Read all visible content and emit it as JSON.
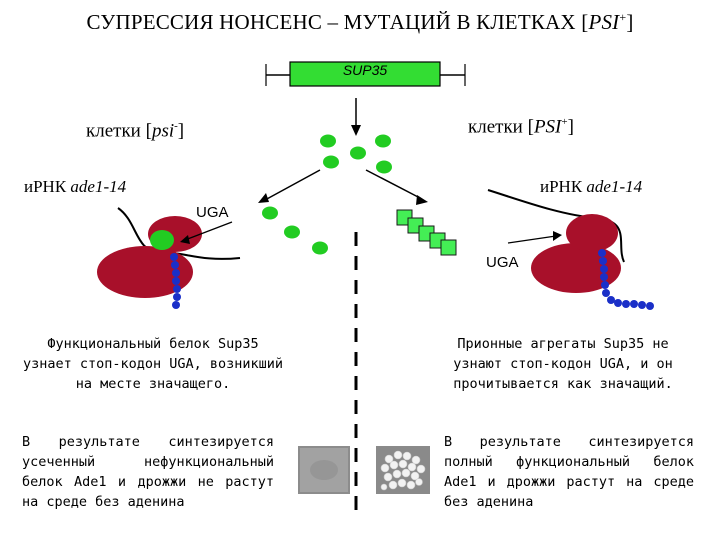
{
  "title": {
    "main": "СУПРЕССИЯ НОНСЕНС – МУТАЦИЙ В КЛЕТКАХ [",
    "italic": "PSI",
    "sup": "+",
    "close": "]"
  },
  "gene": {
    "label": "SUP35"
  },
  "left": {
    "cells_prefix": "клетки [",
    "cells_italic": "psi",
    "cells_sup": "-",
    "cells_suffix": "]",
    "mrna_prefix": "иРНК ",
    "mrna_italic": "ade1-14",
    "codon": "UGA",
    "caption": [
      "Функциональный белок Sup35",
      "узнает стоп-кодон UGA, возникший",
      "на месте значащего."
    ],
    "result": [
      "В результате синтезируется",
      "усеченный нефункциональный",
      "белок Ade1 и дрожжи не растут",
      "на среде без аденина"
    ]
  },
  "right": {
    "cells_prefix": "клетки [",
    "cells_italic": "PSI",
    "cells_sup": "+",
    "cells_suffix": "]",
    "mrna_prefix": "иРНК ",
    "mrna_italic": "ade1-14",
    "codon": "UGA",
    "caption": [
      "Прионные агрегаты Sup35 не",
      "узнают стоп-кодон UGA, и он",
      "прочитывается как значащий."
    ],
    "result": [
      "В результате синтезируется",
      "полный функциональный белок",
      "Ade1 и дрожжи растут на среде",
      "без аденина"
    ]
  },
  "colors": {
    "gene_fill": "#33dd33",
    "protein": "#22cc22",
    "ribosome": "#a8102a",
    "peptide": "#1a2fc8",
    "aggregate": "#44ee55"
  }
}
